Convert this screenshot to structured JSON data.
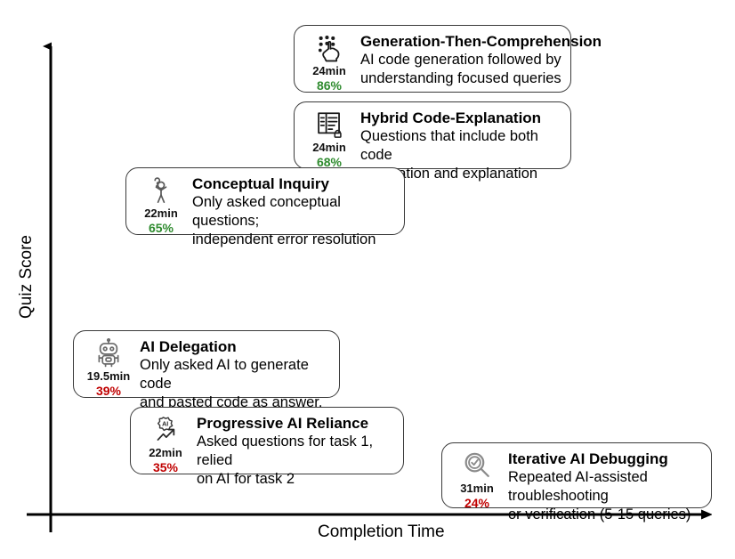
{
  "chart_data": {
    "type": "scatter",
    "title": "",
    "xlabel": "Completion Time",
    "ylabel": "Quiz Score",
    "grid": false,
    "legend": "none",
    "axis_style": "arrow-axes, no tick labels",
    "categories": [
      "Generation-Then-Comprehension",
      "Hybrid Code-Explanation",
      "Conceptual Inquiry",
      "AI Delegation",
      "Progressive AI Reliance",
      "Iterative AI Debugging"
    ],
    "x": [
      24,
      24,
      22,
      19.5,
      22,
      31
    ],
    "y": [
      86,
      68,
      65,
      39,
      35,
      24
    ],
    "x_unit": "min",
    "y_unit": "%",
    "series": [
      {
        "name": "Quiz Score vs Completion Time",
        "points": [
          {
            "label": "Generation-Then-Comprehension",
            "time": 24,
            "time_text": "24min",
            "score": 86,
            "score_text": "86%"
          },
          {
            "label": "Hybrid Code-Explanation",
            "time": 24,
            "time_text": "24min",
            "score": 68,
            "score_text": "68%"
          },
          {
            "label": "Conceptual Inquiry",
            "time": 22,
            "time_text": "22min",
            "score": 65,
            "score_text": "65%"
          },
          {
            "label": "AI Delegation",
            "time": 19.5,
            "time_text": "19.5min",
            "score": 39,
            "score_text": "39%"
          },
          {
            "label": "Progressive AI Reliance",
            "time": 22,
            "time_text": "22min",
            "score": 35,
            "score_text": "35%"
          },
          {
            "label": "Iterative AI Debugging",
            "time": 31,
            "time_text": "31min",
            "score": 24,
            "score_text": "24%"
          }
        ]
      }
    ]
  },
  "colors": {
    "score_high": "#2f8b2f",
    "score_low": "#c00000",
    "axis": "#000000",
    "card_border": "#3a3a3a",
    "background": "#ffffff"
  },
  "axes": {
    "y_label": "Quiz Score",
    "x_label": "Completion Time"
  },
  "cards": [
    {
      "id": "generation-then-comprehension",
      "icon": "hand-tap-dots-icon",
      "time": "24min",
      "score": "86%",
      "score_level": "high",
      "title": "Generation-Then-Comprehension",
      "desc_line1": "AI code generation followed by",
      "desc_line2": "understanding focused queries"
    },
    {
      "id": "hybrid-code-explanation",
      "icon": "document-lines-icon",
      "time": "24min",
      "score": "68%",
      "score_level": "high",
      "title": "Hybrid Code-Explanation",
      "desc_line1": "Questions that include both code",
      "desc_line2": "generation and explanation"
    },
    {
      "id": "conceptual-inquiry",
      "icon": "person-question-icon",
      "time": "22min",
      "score": "65%",
      "score_level": "high",
      "title": "Conceptual Inquiry",
      "desc_line1": "Only asked conceptual questions;",
      "desc_line2": "independent error resolution"
    },
    {
      "id": "ai-delegation",
      "icon": "robot-icon",
      "time": "19.5min",
      "score": "39%",
      "score_level": "low",
      "title": "AI Delegation",
      "desc_line1": "Only asked AI to generate code",
      "desc_line2": "and pasted code as answer."
    },
    {
      "id": "progressive-ai-reliance",
      "icon": "ai-badge-trend-arrow-icon",
      "time": "22min",
      "score": "35%",
      "score_level": "low",
      "title": "Progressive AI Reliance",
      "desc_line1": "Asked questions for task 1, relied",
      "desc_line2": "on AI for task 2"
    },
    {
      "id": "iterative-ai-debugging",
      "icon": "magnifier-check-icon",
      "time": "31min",
      "score": "24%",
      "score_level": "low",
      "title": "Iterative AI Debugging",
      "desc_line1": "Repeated AI-assisted troubleshooting",
      "desc_line2": "or verification (5-15 queries)"
    }
  ]
}
